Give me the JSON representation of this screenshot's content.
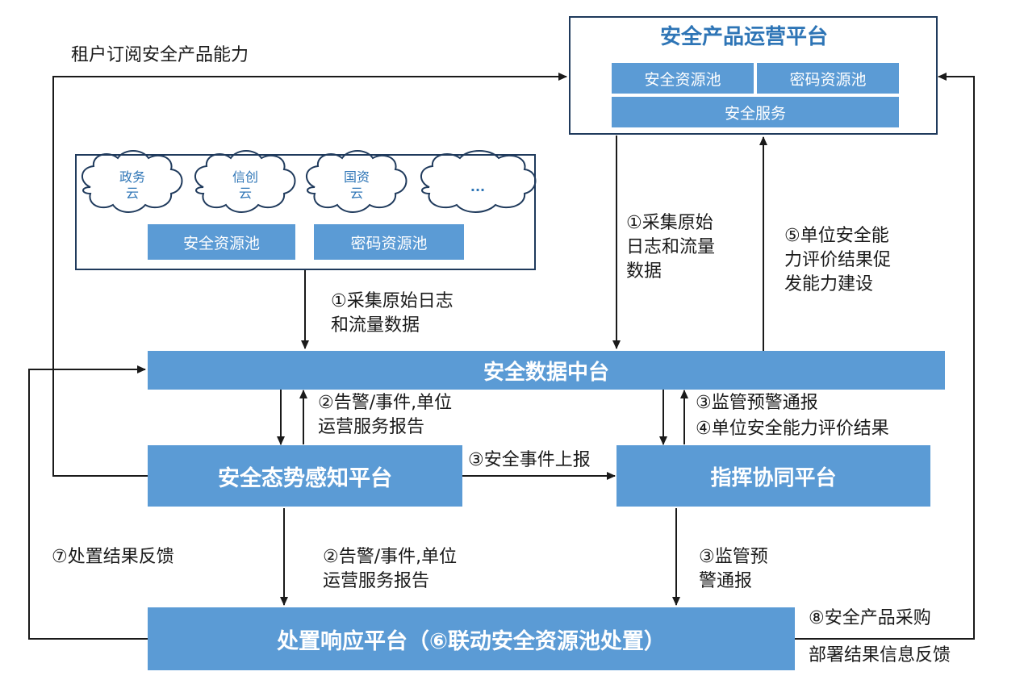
{
  "top_platform": {
    "title": "安全产品运营平台",
    "pool_security": "安全资源池",
    "pool_crypto": "密码资源池",
    "service": "安全服务"
  },
  "clouds": {
    "gov": [
      "政务",
      "云"
    ],
    "xinchuang": [
      "信创",
      "云"
    ],
    "guozi": [
      "国资",
      "云"
    ],
    "more": "..."
  },
  "cloud_pools": {
    "security": "安全资源池",
    "crypto": "密码资源池"
  },
  "labels": {
    "tenant_subscribe": "租户订阅安全产品能力",
    "collect_left": [
      "①采集原始日志",
      "和流量数据"
    ],
    "collect_right": [
      "①采集原始",
      "日志和流量",
      "数据"
    ],
    "eval_feedback": [
      "⑤单位安全能",
      "力评价结果促",
      "发能力建设"
    ],
    "alert_report_upper": [
      "②告警/事件,单位",
      "运营服务报告"
    ],
    "supervise_upper": "③监管预警通报",
    "eval_result": "④单位安全能力评价结果",
    "event_report": "③安全事件上报",
    "disposal_feedback": "⑦处置结果反馈",
    "alert_report_lower": [
      "②告警/事件,单位",
      "运营服务报告"
    ],
    "supervise_lower": [
      "③监管预",
      "警通报"
    ],
    "purchase": "⑧安全产品采购",
    "deploy_feedback": "部署结果信息反馈"
  },
  "platforms": {
    "data_center": "安全数据中台",
    "situation": "安全态势感知平台",
    "command": "指挥协同平台",
    "response": "处置响应平台（⑥联动安全资源池处置）"
  },
  "colors": {
    "box_fill": "#5b9bd5",
    "outline": "#1f3a5c",
    "cloud_text": "#2e75b6"
  }
}
